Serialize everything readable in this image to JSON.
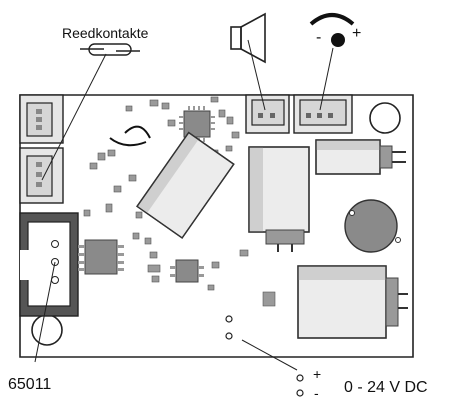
{
  "labels": {
    "reed": "Reedkontakte",
    "part": "65011",
    "voltage": "0 - 24 V DC",
    "plus_terminal": "+",
    "minus_terminal": "-",
    "knob_minus": "-",
    "knob_plus": "+"
  },
  "icons": {
    "speaker": "speaker-icon",
    "volume": "volume-knob-icon",
    "reed_switch": "reed-switch-icon"
  },
  "colors": {
    "board": "#ffffff",
    "outline": "#222222",
    "component_gray": "#8a8a8a",
    "dark_gray": "#555555",
    "connector_fill": "#d0d0d0"
  }
}
